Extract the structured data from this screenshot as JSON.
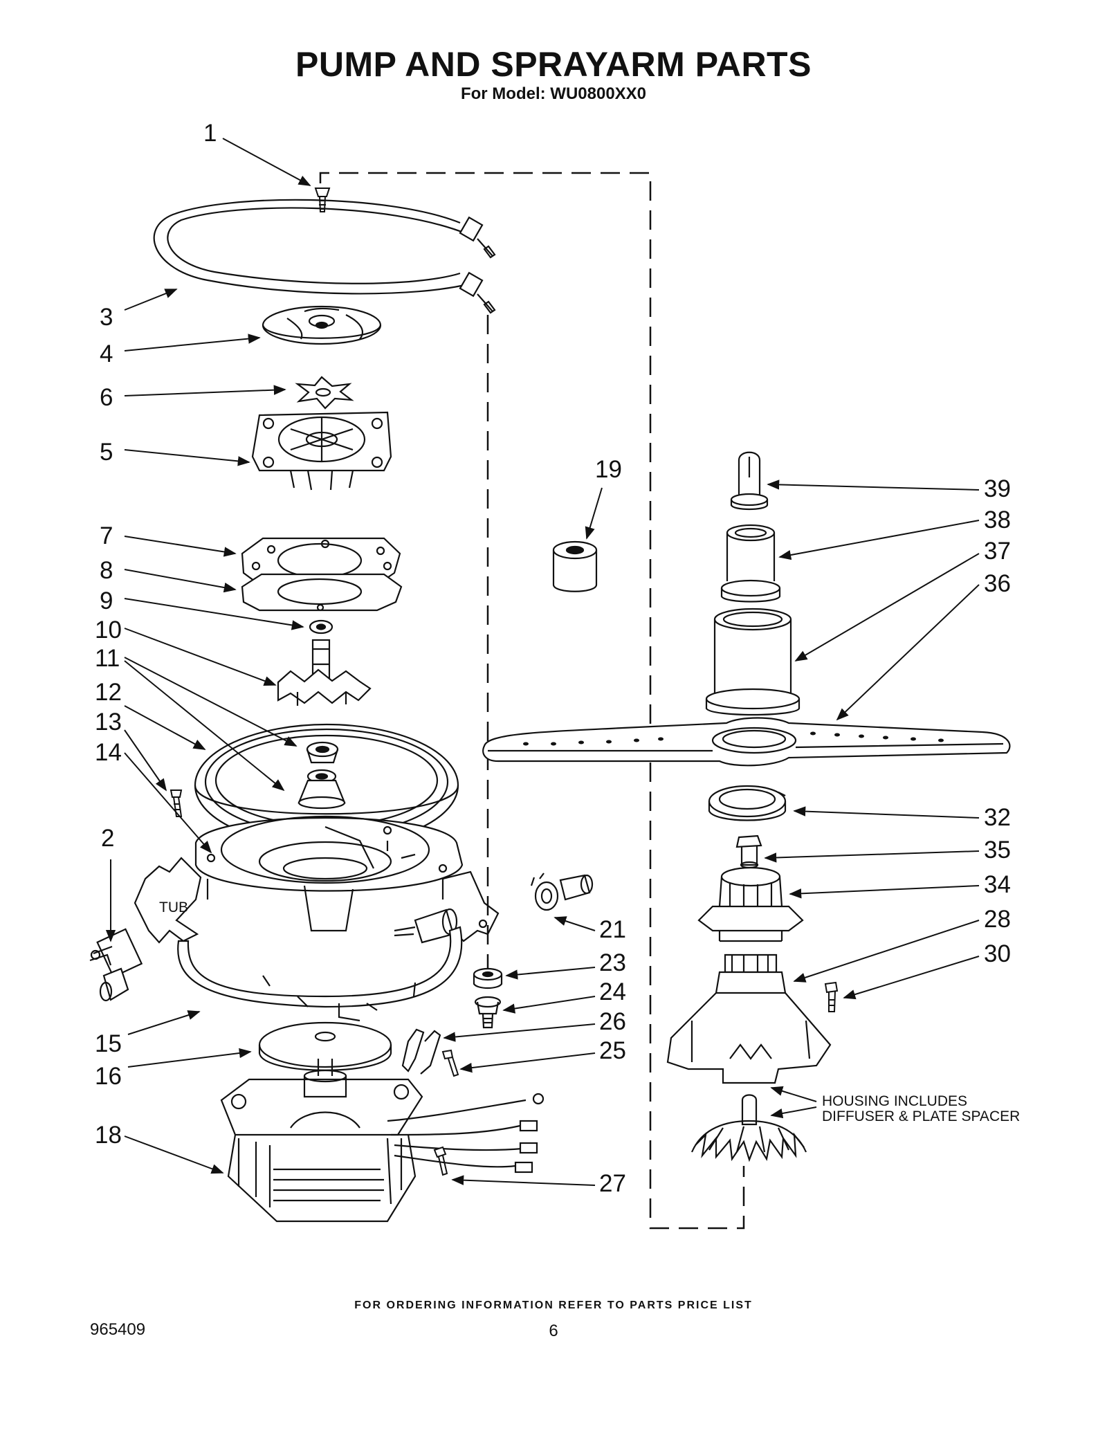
{
  "header": {
    "title": "PUMP AND SPRAYARM PARTS",
    "model_line": "For Model: WU0800XX0"
  },
  "callouts": {
    "c1": "1",
    "c2": "2",
    "c3": "3",
    "c4": "4",
    "c5": "5",
    "c6": "6",
    "c7": "7",
    "c8": "8",
    "c9": "9",
    "c10": "10",
    "c11": "11",
    "c12": "12",
    "c13": "13",
    "c14": "14",
    "c15": "15",
    "c16": "16",
    "c18": "18",
    "c19": "19",
    "c21": "21",
    "c23": "23",
    "c24": "24",
    "c25": "25",
    "c26": "26",
    "c27": "27",
    "c28": "28",
    "c30": "30",
    "c32": "32",
    "c34": "34",
    "c35": "35",
    "c36": "36",
    "c37": "37",
    "c38": "38",
    "c39": "39"
  },
  "labels": {
    "tub": "TUB",
    "housing_line1": "HOUSING INCLUDES",
    "housing_line2": "DIFFUSER & PLATE SPACER"
  },
  "footer": {
    "ordering_note": "FOR ORDERING INFORMATION REFER TO PARTS PRICE LIST",
    "document_number": "965409",
    "page_number": "6"
  }
}
